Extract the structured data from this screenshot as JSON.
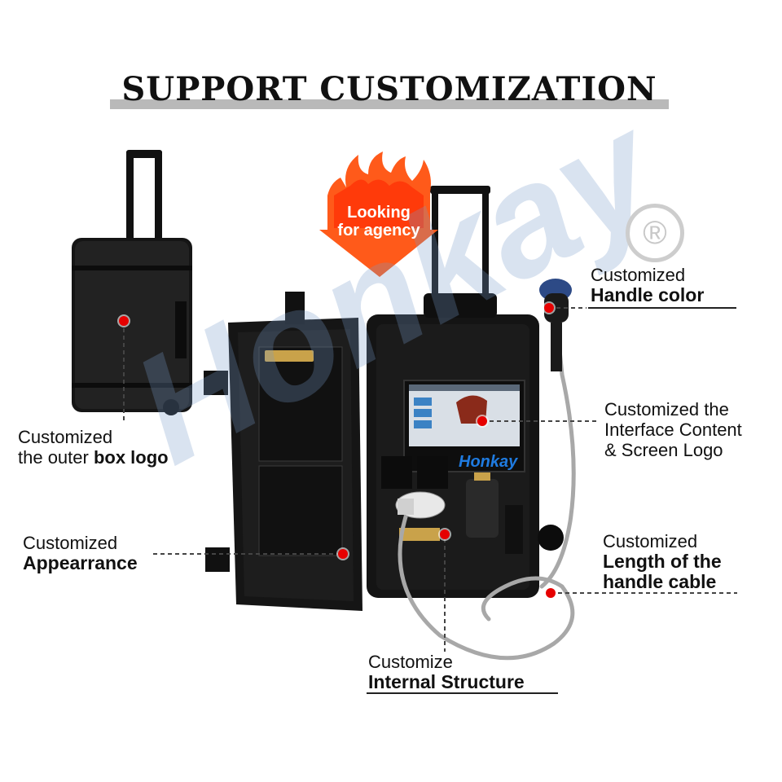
{
  "title": "SUPPORT CUSTOMIZATION",
  "watermark_text": "Honkay",
  "registered_mark": "®",
  "badge": {
    "line1": "Looking",
    "line2": "for agency"
  },
  "screen_logo": "Honkay",
  "labels": {
    "outer_logo": {
      "line1": "Customized",
      "line2_prefix": "the outer ",
      "line2_bold": "box logo"
    },
    "appearance": {
      "line1": "Customized",
      "line2": "Appearrance"
    },
    "handle_color": {
      "line1": "Customized",
      "line2": "Handle color"
    },
    "interface": {
      "line1": "Customized the",
      "line2": "Interface Content",
      "line3": "& Screen Logo"
    },
    "cable": {
      "line1": "Customized",
      "line2": "Length of the",
      "line3": "handle cable"
    },
    "internal": {
      "line1": "Customize",
      "line2": "Internal Structure"
    }
  },
  "colors": {
    "accent_red": "#e60000",
    "flame_orange": "#ff5a1a",
    "case_black": "#111111",
    "handpiece_blue": "#2d4a86",
    "watermark_blue": "#9bb6d8"
  }
}
